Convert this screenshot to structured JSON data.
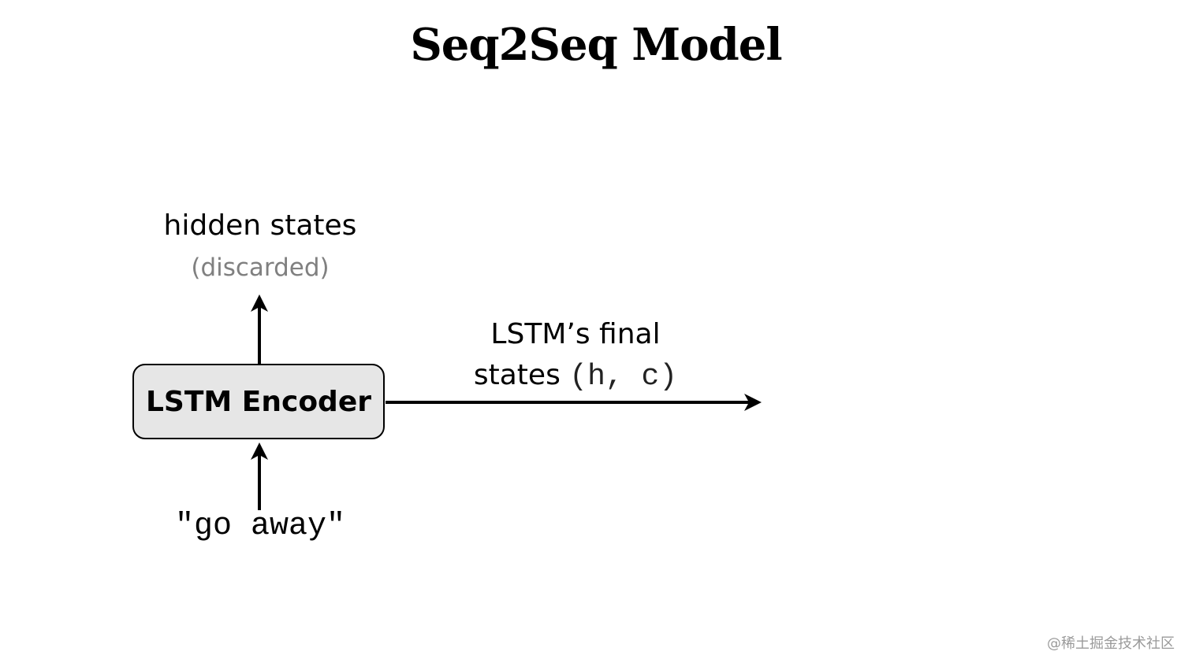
{
  "title": "Seq2Seq Model",
  "diagram": {
    "hidden_states_label": "hidden states",
    "hidden_states_note": "(discarded)",
    "encoder_label": "LSTM Encoder",
    "input_text": "\"go away\"",
    "final_states_line1": "LSTM’s final",
    "final_states_line2_text": "states ",
    "final_states_line2_code": "(h, c)"
  },
  "watermark": "@稀土掘金技术社区",
  "colors": {
    "box_fill": "#e6e6e6",
    "note_gray": "#808080",
    "stroke": "#000000"
  }
}
